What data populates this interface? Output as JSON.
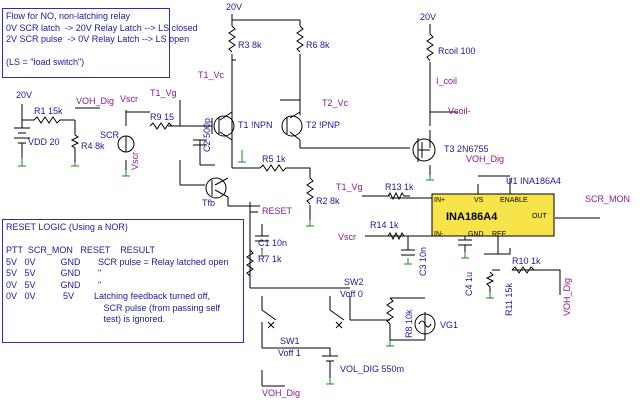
{
  "notes": {
    "flow": [
      "Flow for NO, non-latching relay",
      "0V SCR latch  -> 20V Relay Latch --> LS closed",
      "2V SCR pulse  -> 0V Relay Latch --> LS open",
      "",
      "(LS = \"load switch\")"
    ],
    "reset": [
      "RESET LOGIC (Using a NOR)",
      "",
      "PTT  SCR_MON   RESET    RESULT",
      "5V   0V          GND       SCR pulse = Relay latched open",
      "5V   5V          GND       \"",
      "0V   5V          GND       \"",
      "0V   0V           5V        Latching feedback turned off,",
      "                                       SCR pulse (from passing self",
      "                                       test) is ignored."
    ]
  },
  "labels": {
    "v20_top": "20V",
    "v20_right": "20V",
    "v20_left": "20V",
    "r1": "R1 15k",
    "voh_dig_top": "VOH_Dig",
    "vdd": "VDD 20",
    "r4": "R4 8k",
    "vscr": "Vscr",
    "t1_vg": "T1_Vg",
    "scr": "SCR",
    "vscr2": "Vscr",
    "r9": "R9 15",
    "r3": "R3 8k",
    "r6": "R6 8k",
    "t1_vc": "T1_Vc",
    "t1": "T1 !NPN",
    "t2": "T2 !PNP",
    "t2_vc": "T2_Vc",
    "c2": "C2 500p",
    "r5": "R5 1k",
    "tfb": "Tfb",
    "r2": "R2 8k",
    "rcoil": "Rcoil 100",
    "i_coil": "I_coil",
    "vcoil": "Vcoil-",
    "t3": "T3 2N6755",
    "voh_dig_mid": "VOH_Dig",
    "u1": "U1 INA186A4",
    "chip": "INA186A4",
    "in_plus": "IN+",
    "in_minus": "IN-",
    "vs": "VS",
    "gnd": "GND",
    "ref": "REF",
    "enable": "ENABLE",
    "out": "OUT",
    "scr_mon": "SCR_MON",
    "t1_vg2": "T1_Vg",
    "r13": "R13 1k",
    "vscr3": "Vscr",
    "r14": "R14 1k",
    "reset": "RESET",
    "c1": "C1 10n",
    "r7": "R7 1k",
    "c3": "C3 10n",
    "c4": "C4 1u",
    "r10": "R10 1k",
    "r11": "R11 15k",
    "voh_dig_r": "VOH_Dig",
    "sw2": "SW2",
    "voff0": "Voff 0",
    "r8": "R8 10k",
    "vg1": "VG1",
    "sw1": "SW1",
    "voff1": "Voff 1",
    "vol_dig": "VOL_DIG 550m",
    "voh_dig_bot": "VOH_Dig"
  },
  "colors": {
    "wire": "#000000",
    "component_label": "#1a1a99",
    "net_label": "#8a1a8a",
    "ground": "#1a8a1a",
    "chip_fill": "#f7e34a",
    "note_border": "#2a2ad0"
  }
}
